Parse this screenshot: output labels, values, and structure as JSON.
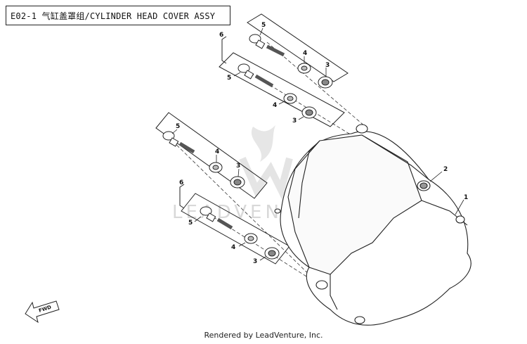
{
  "diagram": {
    "title": "E02-1 气缸盖罩组/CYLINDER HEAD COVER ASSY",
    "footer": "Rendered by LeadVenture, Inc.",
    "watermark": "LEADVENTURE",
    "fwd_label": "FWD",
    "callouts": {
      "c1": "1",
      "c2": "2",
      "c3a": "3",
      "c3b": "3",
      "c3c": "3",
      "c3d": "3",
      "c4a": "4",
      "c4b": "4",
      "c4c": "4",
      "c4d": "4",
      "c5a": "5",
      "c5b": "5",
      "c5c": "5",
      "c5d": "5",
      "c6a": "6",
      "c6b": "6"
    }
  }
}
